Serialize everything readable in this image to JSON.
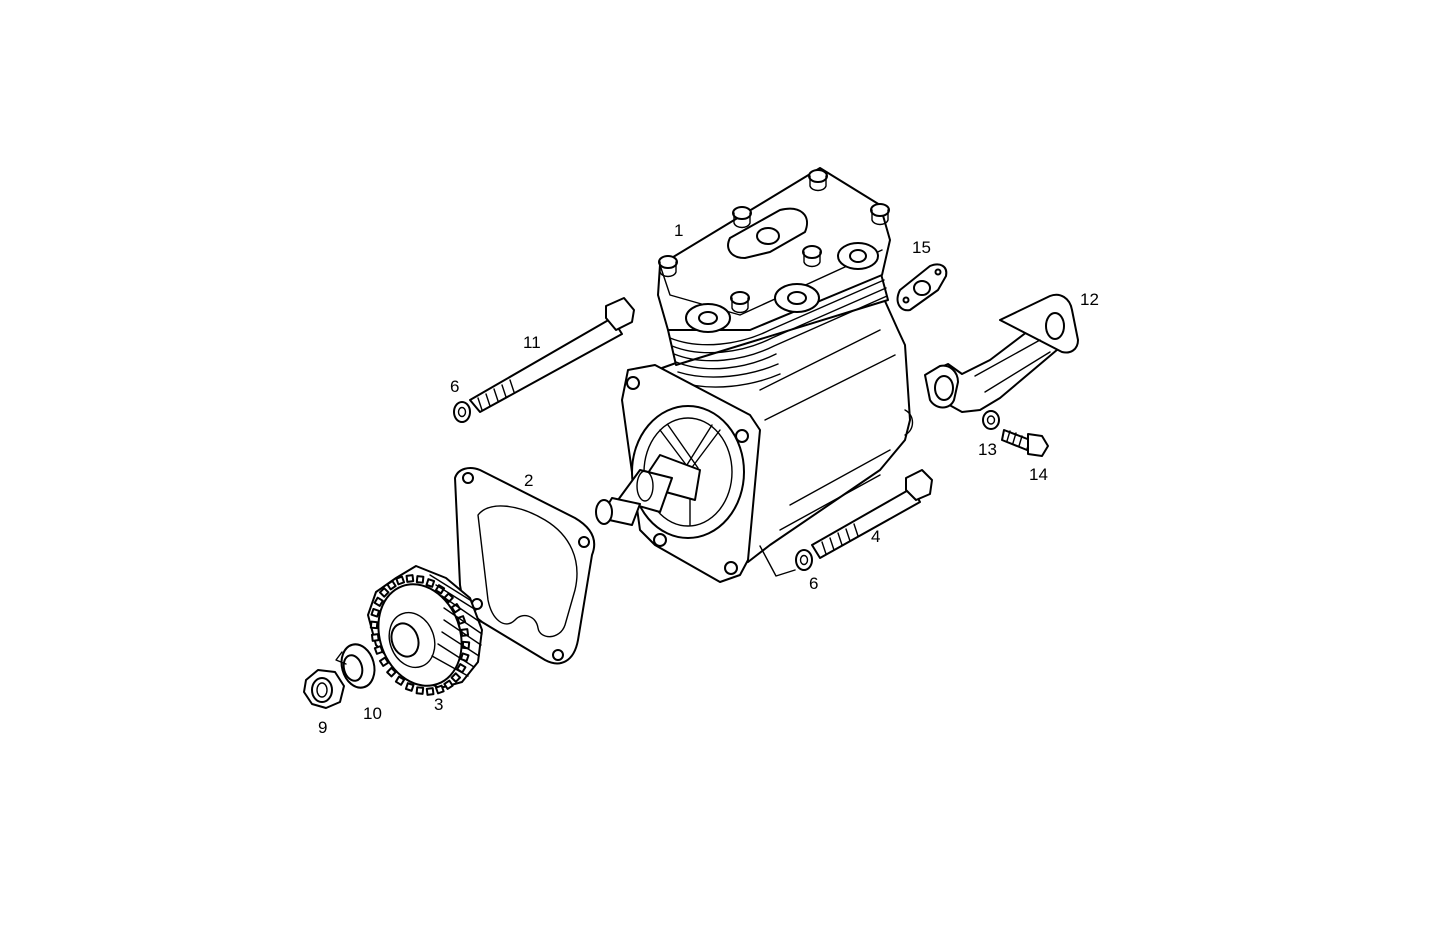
{
  "diagram": {
    "callouts": [
      {
        "id": "c1",
        "text": "1"
      },
      {
        "id": "c2",
        "text": "2"
      },
      {
        "id": "c3",
        "text": "3"
      },
      {
        "id": "c4",
        "text": "4"
      },
      {
        "id": "c6a",
        "text": "6"
      },
      {
        "id": "c6b",
        "text": "6"
      },
      {
        "id": "c9",
        "text": "9"
      },
      {
        "id": "c10",
        "text": "10"
      },
      {
        "id": "c11",
        "text": "11"
      },
      {
        "id": "c12",
        "text": "12"
      },
      {
        "id": "c13",
        "text": "13"
      },
      {
        "id": "c14",
        "text": "14"
      },
      {
        "id": "c15",
        "text": "15"
      }
    ]
  }
}
